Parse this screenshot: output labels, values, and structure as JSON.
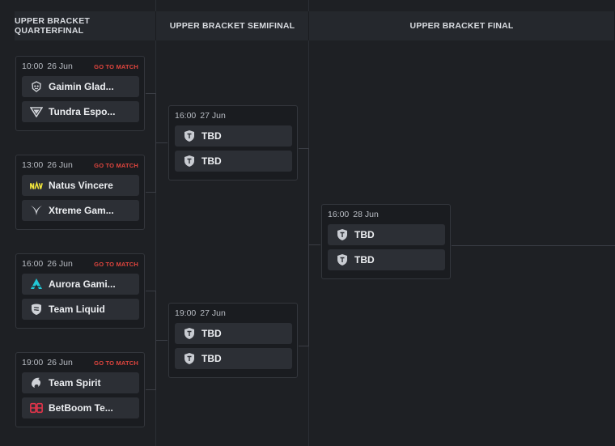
{
  "columns": [
    "UPPER BRACKET QUARTERFINAL",
    "UPPER BRACKET SEMIFINAL",
    "UPPER BRACKET FINAL"
  ],
  "go_to_match": "GO TO MATCH",
  "quarterfinals": [
    {
      "time": "10:00",
      "date": "26 Jun",
      "teams": [
        {
          "name": "Gaimin Glad...",
          "logo": "gaimin-gladiators-icon"
        },
        {
          "name": "Tundra Espo...",
          "logo": "tundra-esports-icon"
        }
      ]
    },
    {
      "time": "13:00",
      "date": "26 Jun",
      "teams": [
        {
          "name": "Natus Vincere",
          "logo": "navi-icon"
        },
        {
          "name": "Xtreme Gam...",
          "logo": "xtreme-gaming-icon"
        }
      ]
    },
    {
      "time": "16:00",
      "date": "26 Jun",
      "teams": [
        {
          "name": "Aurora Gami...",
          "logo": "aurora-icon"
        },
        {
          "name": "Team Liquid",
          "logo": "liquid-icon"
        }
      ]
    },
    {
      "time": "19:00",
      "date": "26 Jun",
      "teams": [
        {
          "name": "Team Spirit",
          "logo": "spirit-icon"
        },
        {
          "name": "BetBoom Te...",
          "logo": "betboom-icon"
        }
      ]
    }
  ],
  "semifinals": [
    {
      "time": "16:00",
      "date": "27 Jun",
      "teams": [
        {
          "name": "TBD",
          "logo": "tbd-shield-icon"
        },
        {
          "name": "TBD",
          "logo": "tbd-shield-icon"
        }
      ]
    },
    {
      "time": "19:00",
      "date": "27 Jun",
      "teams": [
        {
          "name": "TBD",
          "logo": "tbd-shield-icon"
        },
        {
          "name": "TBD",
          "logo": "tbd-shield-icon"
        }
      ]
    }
  ],
  "final": {
    "time": "16:00",
    "date": "28 Jun",
    "teams": [
      {
        "name": "TBD",
        "logo": "tbd-shield-icon"
      },
      {
        "name": "TBD",
        "logo": "tbd-shield-icon"
      }
    ]
  },
  "colors": {
    "background": "#1e2024",
    "card": "#1a1c20",
    "team_row": "#2c2f35",
    "accent_red": "#e0453e",
    "navi_yellow": "#f2e63b",
    "aurora_cyan": "#22c7d6",
    "betboom_red": "#e2344a"
  }
}
